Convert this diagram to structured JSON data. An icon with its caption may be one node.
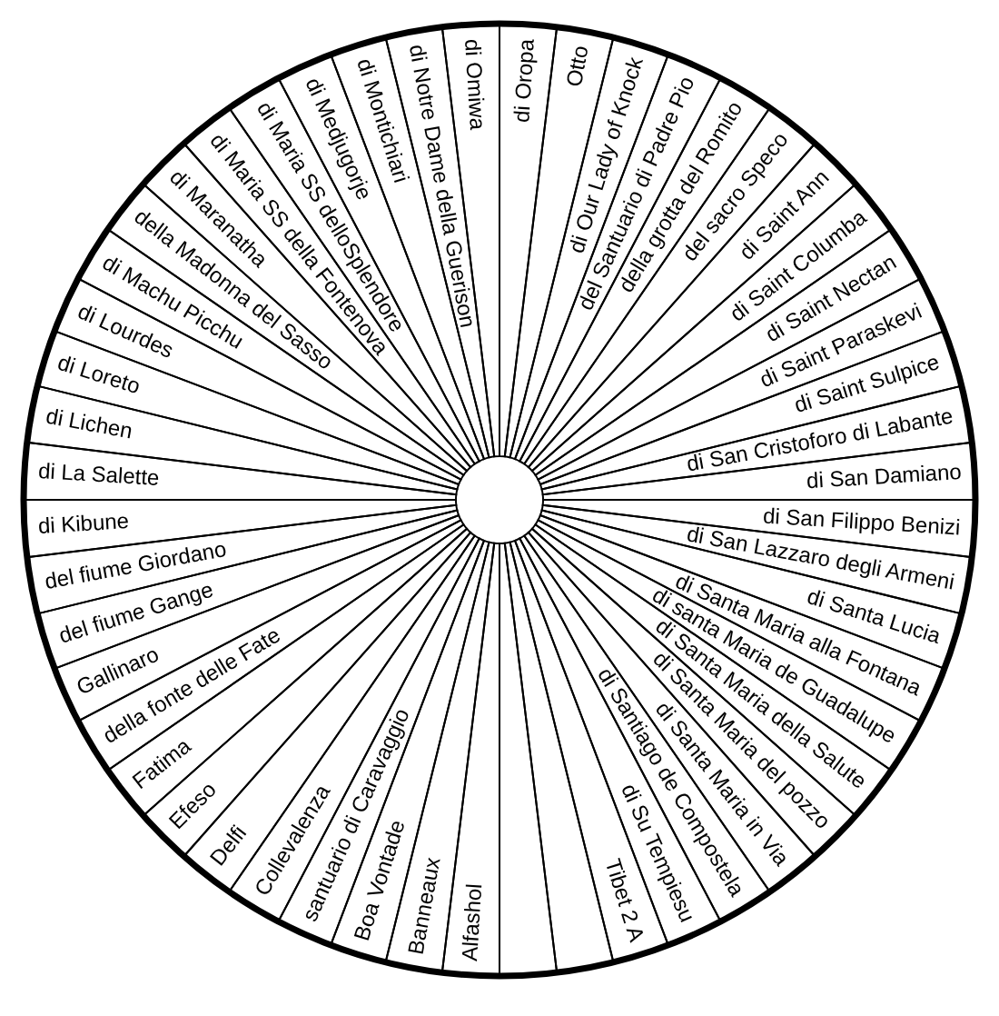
{
  "diagram": {
    "nodes": [
      {
        "text": [
          "Alfashol"
        ]
      },
      {
        "text": [
          "Banneaux"
        ]
      },
      {
        "text": [
          "Boa Vontade"
        ]
      },
      {
        "text": [
          "santuario di Caravaggio"
        ]
      },
      {
        "text": [
          "Collevalenza"
        ]
      },
      {
        "text": [
          "Delfi"
        ]
      },
      {
        "text": [
          "Efeso"
        ]
      },
      {
        "text": [
          "Fatima"
        ]
      },
      {
        "text": [
          "della fonte delle Fate"
        ]
      },
      {
        "text": [
          "Gallinaro"
        ]
      },
      {
        "text": [
          "del fiume Gange"
        ]
      },
      {
        "text": [
          "del fiume Giordano"
        ]
      },
      {
        "text": [
          "di Kibune"
        ]
      },
      {
        "text": [
          "di La Salette"
        ]
      },
      {
        "text": [
          "di Lichen"
        ]
      },
      {
        "text": [
          "di Loreto"
        ]
      },
      {
        "text": [
          "di Lourdes"
        ]
      },
      {
        "text": [
          "di Machu Picchu"
        ]
      },
      {
        "text": [
          "della Madonna del Sasso"
        ]
      },
      {
        "text": [
          "di Maranatha"
        ]
      },
      {
        "text": [
          "di Maria SS della Fontenova"
        ]
      },
      {
        "text": [
          "di Maria SS delloSplendore"
        ]
      },
      {
        "text": [
          "di Medjugorje"
        ]
      },
      {
        "text": [
          "di Montichiari"
        ]
      },
      {
        "text": [
          "di Notre Dame della Guerison"
        ]
      },
      {
        "text": [
          "di Omiwa"
        ]
      },
      {
        "text": [
          "di Oropa"
        ]
      },
      {
        "text": [
          "Otto"
        ]
      },
      {
        "text": [
          "di Our Lady of Knock"
        ]
      },
      {
        "text": [
          "del Santuario di Padre Pio"
        ]
      },
      {
        "text": [
          "della grotta del Romito"
        ]
      },
      {
        "text": [
          "del sacro Speco"
        ]
      },
      {
        "text": [
          "di Saint Ann"
        ]
      },
      {
        "text": [
          "di Saint Columba"
        ]
      },
      {
        "text": [
          "di Saint Nectan"
        ]
      },
      {
        "text": [
          "di Saint Paraskevi"
        ]
      },
      {
        "text": [
          "di Saint Sulpice"
        ]
      },
      {
        "text": [
          "di San Cristoforo di Labante"
        ]
      },
      {
        "text": [
          "di San Damiano"
        ]
      },
      {
        "text": [
          "di San Filippo Benizi"
        ]
      },
      {
        "text": [
          "di San Lazzaro degli Armeni"
        ]
      },
      {
        "text": [
          "di Santa Lucia"
        ]
      },
      {
        "text": [
          "di Santa Maria alla Fontana"
        ]
      },
      {
        "text": [
          "di santa Maria de Guadalupe"
        ]
      },
      {
        "text": [
          "di Santa Maria della Salute"
        ]
      },
      {
        "text": [
          "di Santa Maria del pozzo"
        ]
      },
      {
        "text": [
          "di Santa Maria in Via"
        ]
      },
      {
        "text": [
          "di Santiago de Compostela"
        ]
      },
      {
        "text": [
          "di Su Tempiesu"
        ]
      },
      {
        "text": [
          "Tibet 2 A"
        ]
      },
      {
        "text": [],
        "shape": "wedge"
      },
      {
        "text": [],
        "shape": "wedge"
      }
    ]
  }
}
